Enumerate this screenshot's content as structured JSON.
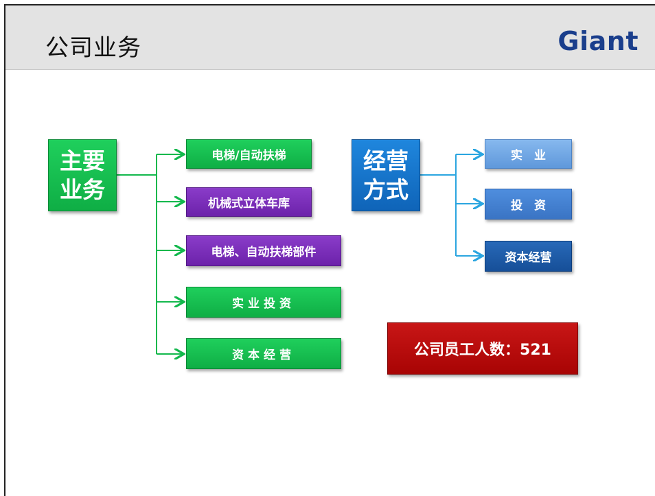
{
  "header": {
    "title": "公司业务",
    "logo": "Giant"
  },
  "main_business": {
    "label_line1": "主要",
    "label_line2": "业务",
    "items": [
      "电梯/自动扶梯",
      "机械式立体车库",
      "电梯、自动扶梯部件",
      "实业投资",
      "资本经营"
    ]
  },
  "operation_mode": {
    "label_line1": "经营",
    "label_line2": "方式",
    "items": [
      "实　业",
      "投　资",
      "资本经营"
    ]
  },
  "employees": {
    "text": "公司员工人数：521"
  },
  "colors": {
    "green": "#12b84c",
    "purple": "#7a2fbb",
    "blue": "#1474c9",
    "red": "#b80808",
    "header_bg": "#e3e3e3",
    "logo": "#1a3e8c"
  }
}
